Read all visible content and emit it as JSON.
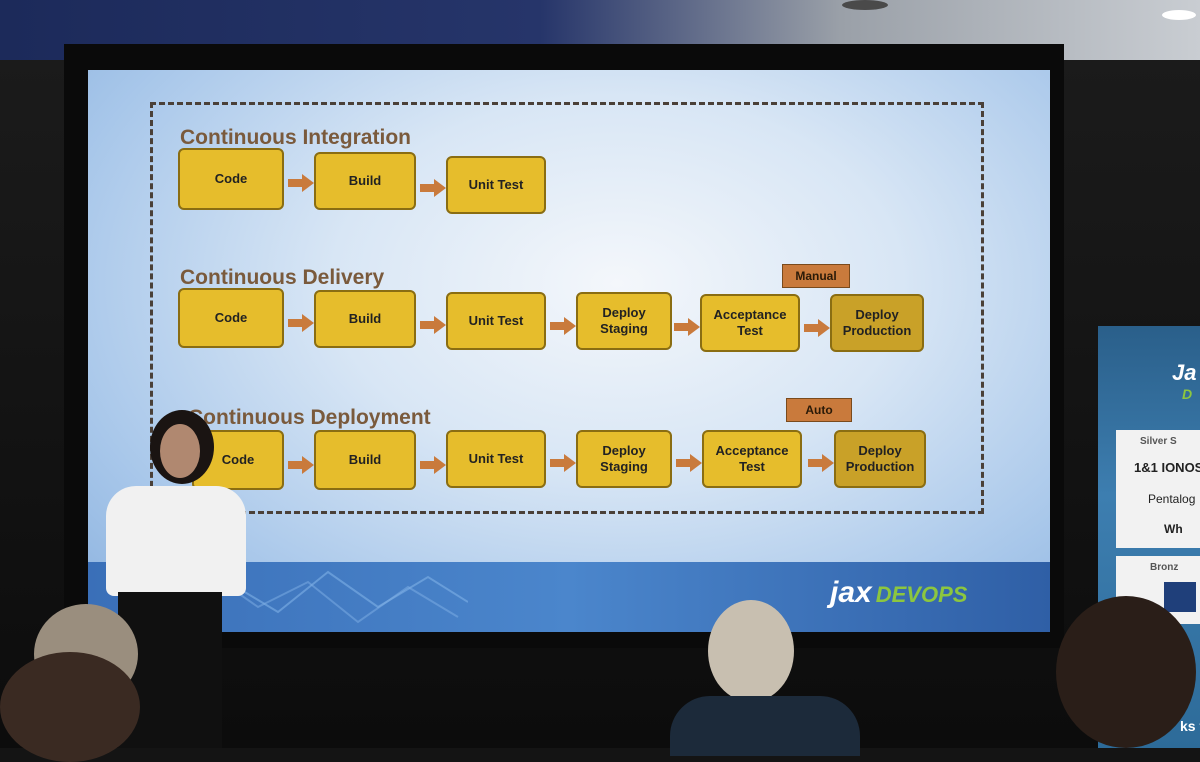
{
  "slide": {
    "sections": [
      {
        "title": "Continuous Integration",
        "stages": [
          "Code",
          "Build",
          "Unit Test"
        ]
      },
      {
        "title": "Continuous Delivery",
        "stages": [
          "Code",
          "Build",
          "Unit Test",
          "Deploy Staging",
          "Acceptance Test",
          "Deploy Production"
        ],
        "gate_label": "Manual"
      },
      {
        "title": "Continuous Deployment",
        "stages": [
          "Code",
          "Build",
          "Unit Test",
          "Deploy Staging",
          "Acceptance Test",
          "Deploy Production"
        ],
        "gate_label": "Auto"
      }
    ],
    "logo_main": "jax",
    "logo_sub": "DEVOPS"
  },
  "banner": {
    "logo_fragment": "Ja",
    "sub_fragment": "D",
    "tier1": "Silver S",
    "sponsor1": "1&1 IONOS",
    "sponsor2": "Pentalog",
    "sponsor3": "Wh",
    "tier2": "Bronz",
    "bottom_fragment": "ks to"
  },
  "colors": {
    "box": "#e6bd2c",
    "arrow": "#c97a3c",
    "title": "#7a5a3c",
    "gate_tag": "#c97a3c"
  }
}
